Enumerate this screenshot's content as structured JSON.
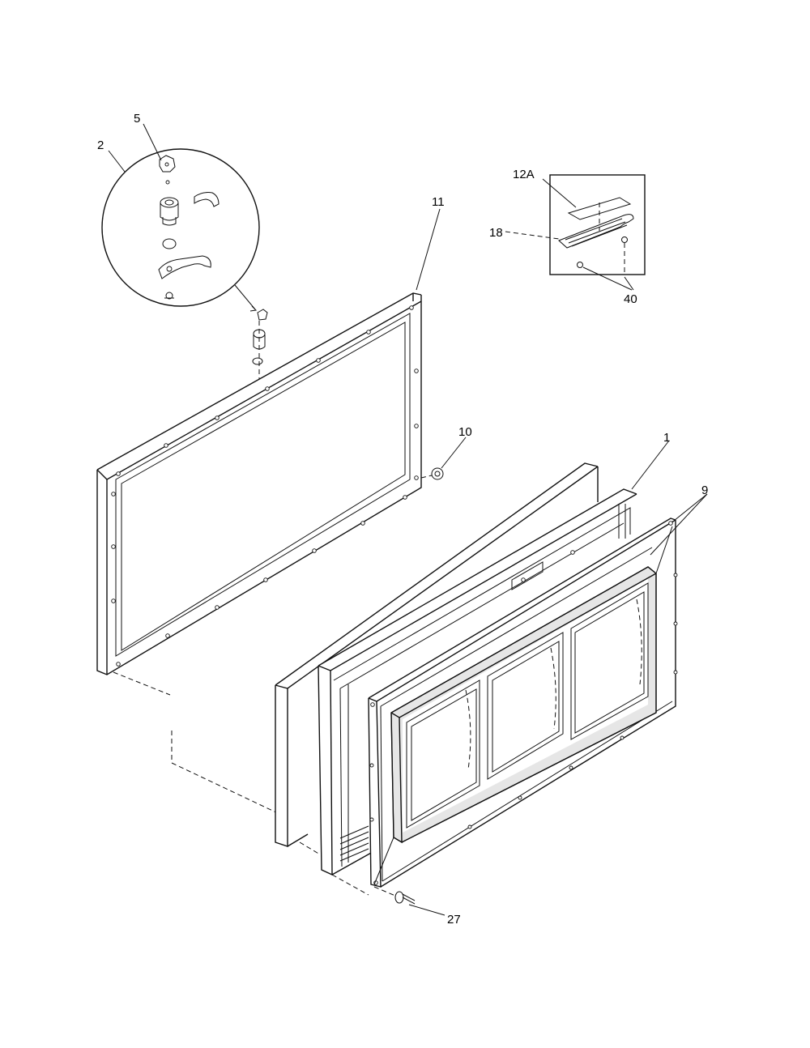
{
  "callouts": {
    "c2": "2",
    "c5": "5",
    "c11": "11",
    "c10": "10",
    "c1": "1",
    "c9": "9",
    "c12a": "12A",
    "c18": "18",
    "c40": "40",
    "c27": "27"
  }
}
